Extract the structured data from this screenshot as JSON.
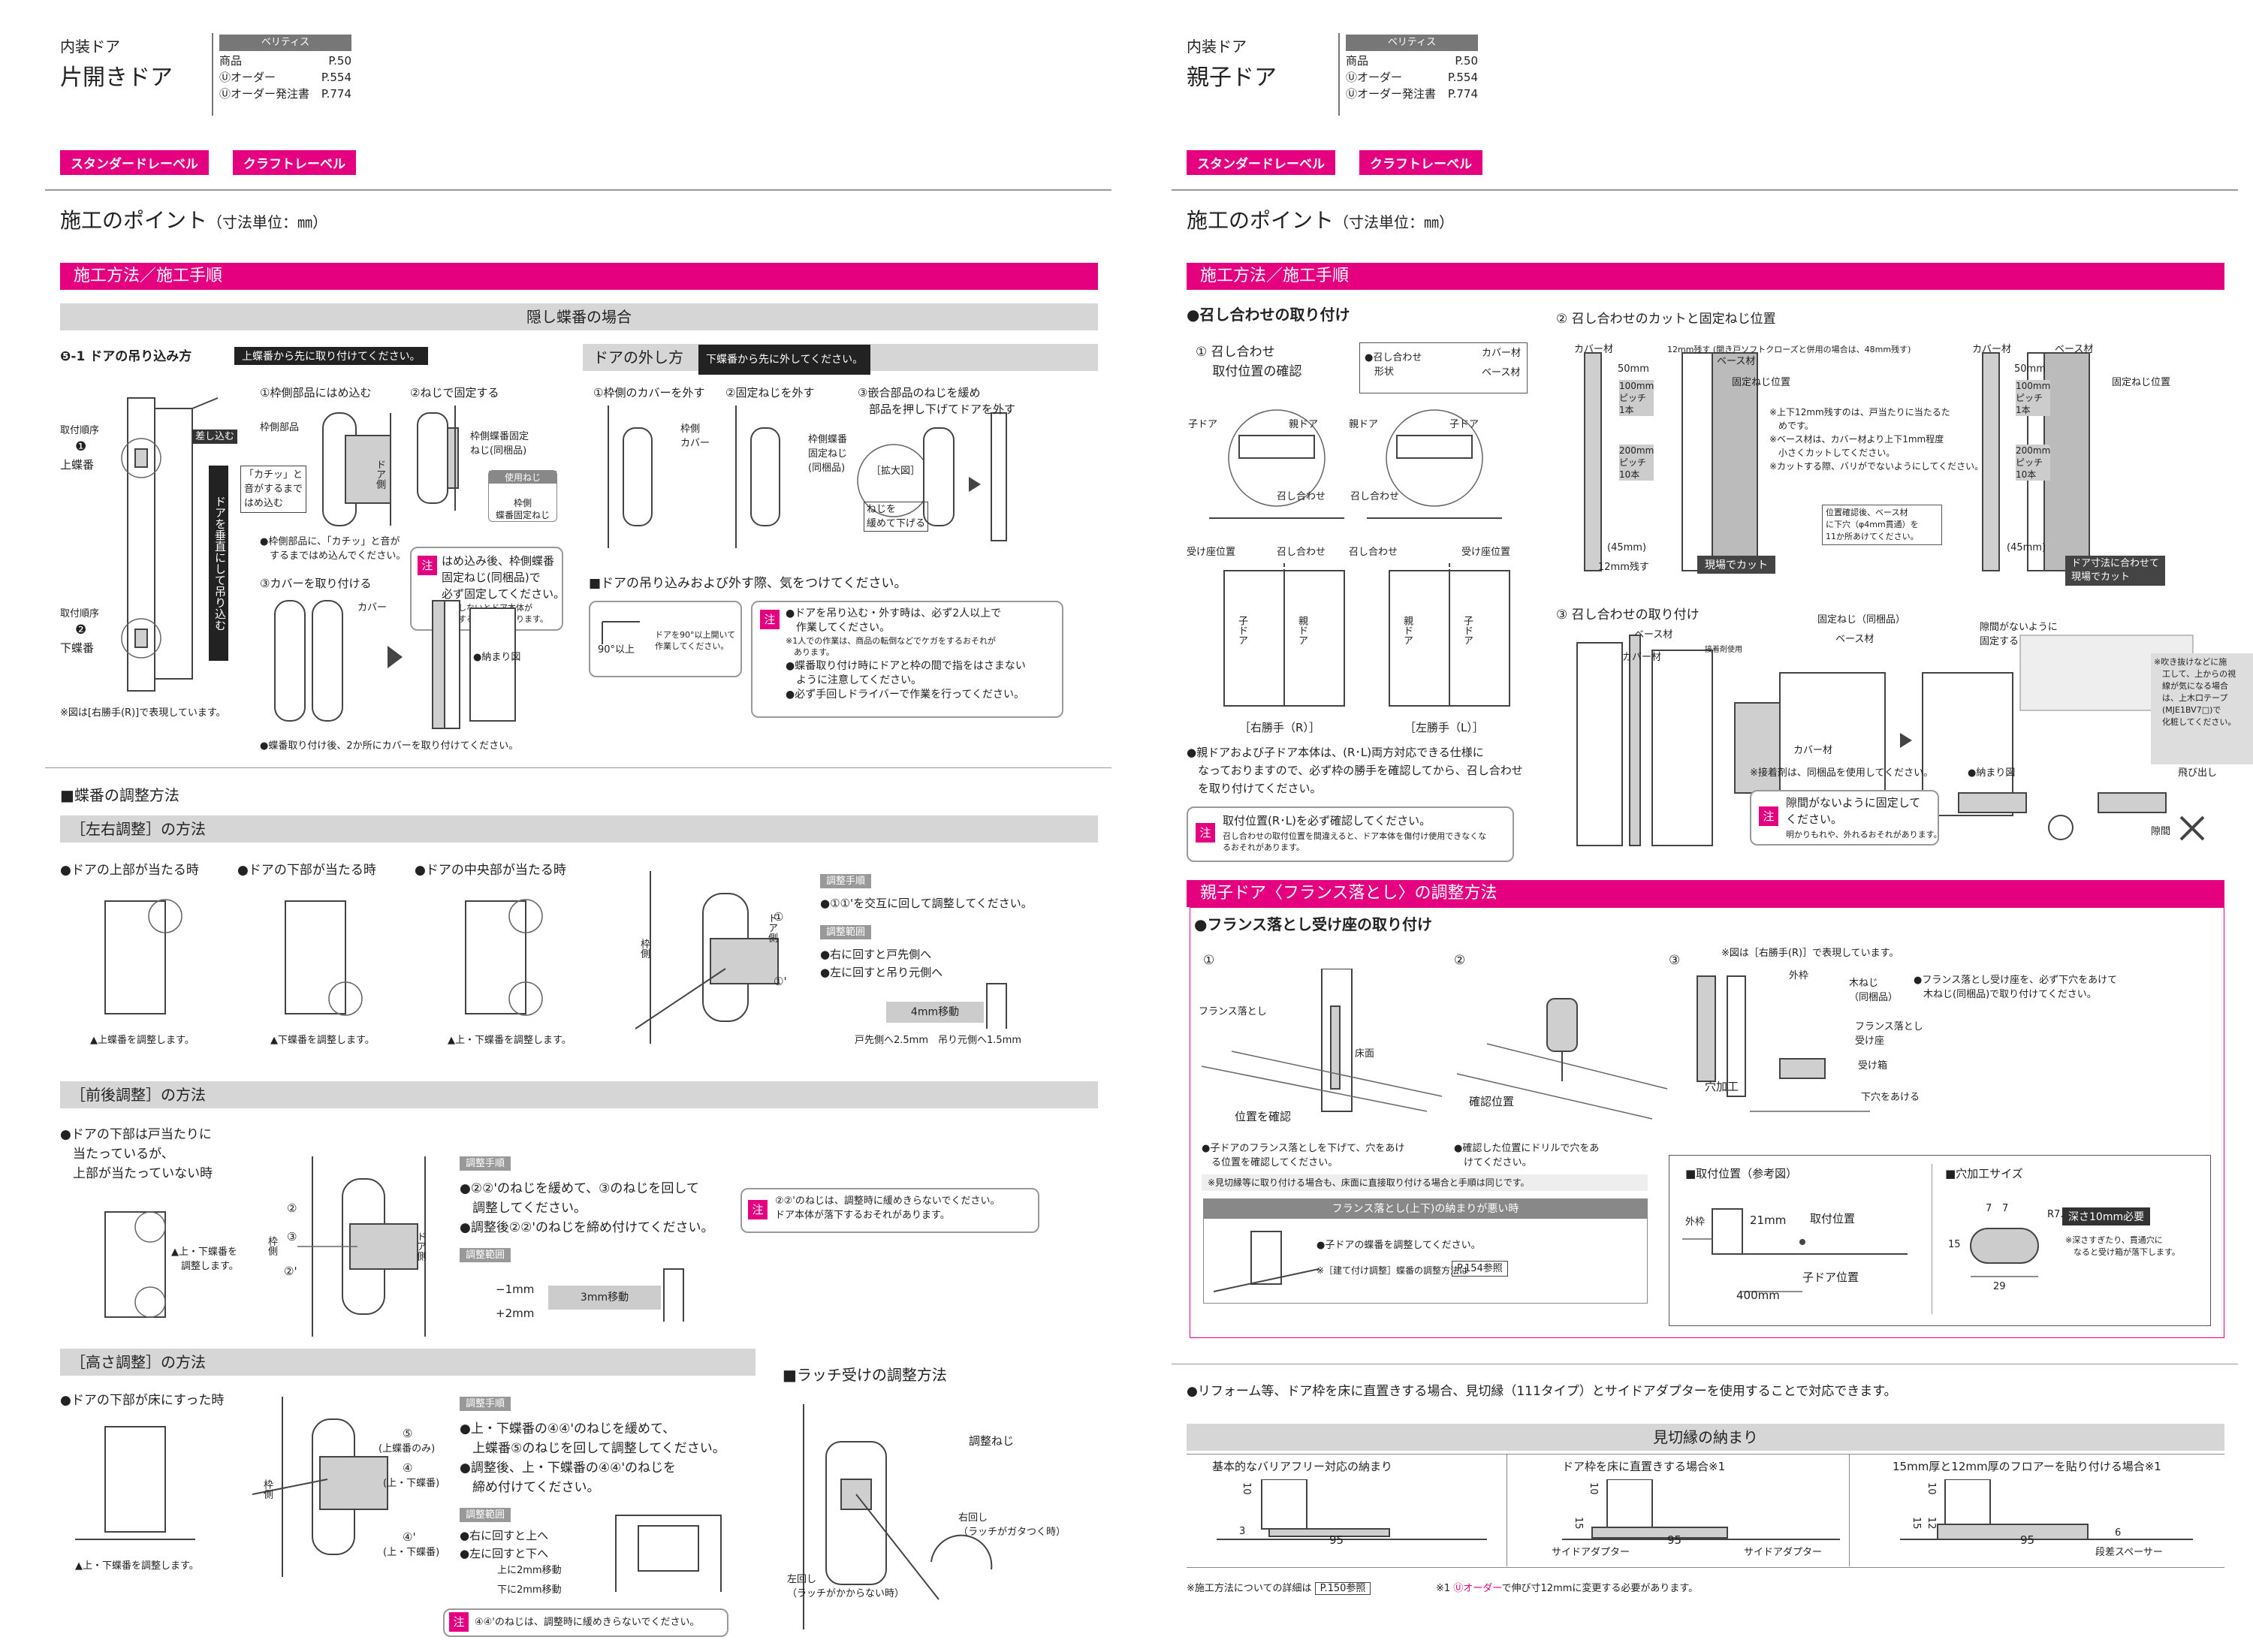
{
  "left": {
    "category": "内装ドア",
    "title": "片開きドア",
    "ref": {
      "tag": "ベリティス",
      "rows": [
        [
          "商品",
          "P.50"
        ],
        [
          "Ⓤオーダー",
          "P.554"
        ],
        [
          "Ⓤオーダー発注書",
          "P.774"
        ]
      ]
    },
    "labels": [
      "スタンダードレーベル",
      "クラフトレーベル"
    ],
    "point_title": "施工のポイント",
    "point_unit": "（寸法単位：㎜）",
    "sec1": "施工方法／施工手順",
    "hidden_hinge": "隠し蝶番の場合",
    "s51_title": "❺-1 ドアの吊り込み方",
    "s51_badge": "上蝶番から先に取り付けてください。",
    "remove_title": "ドアの外し方",
    "remove_badge": "下蝶番から先に外してください。",
    "order1": "取付順序",
    "num1": "❶",
    "upper_hinge": "上蝶番",
    "order2": "取付順序",
    "num2": "❷",
    "lower_hinge": "下蝶番",
    "hang_vertical": "ドアを垂直にして吊り込む",
    "snap": "差し込む",
    "click_box": "「カチッ」と\n音がするまで\nはめ込む",
    "frame_part": "枠側部品",
    "door_side": "ドア側",
    "note_r": "※図は[右勝手(R)]で表現しています。",
    "st1": "①枠側部品にはめ込む",
    "st1_note": "●枠側部品に、「カチッ」と音が\n　するまではめ込んでください。",
    "st2": "②ねじで固定する",
    "fix_screw": "枠側蝶番固定\nねじ(同梱品)",
    "use_screw": "使用ねじ",
    "frame_screw": "枠側\n蝶番固定ねじ",
    "st2_note": "はめ込み後、枠側蝶番\n固定ねじ(同梱品)で\n必ず固定してください。",
    "st2_note_sm": "固定しないとドア本体が\n落下するおそれがあります。",
    "st3": "③カバーを取り付ける",
    "cover": "カバー",
    "fig_done": "●納まり図",
    "st3_note": "●蝶番取り付け後、2か所にカバーを取り付けてください。",
    "rm1": "①枠側のカバーを外す",
    "frame_cover": "枠側\nカバー",
    "rm2": "②固定ねじを外す",
    "fix_screw2": "枠側蝶番\n固定ねじ\n(同梱品)",
    "rm3": "③嵌合部品のねじを緩め\n　部品を押し下げてドアを外す",
    "zoom": "［拡大図］",
    "loosen": "ねじを\n緩めて下げる",
    "care_title": "■ドアの吊り込みおよび外す際、気をつけてください。",
    "deg90": "90°以上",
    "deg90_note": "ドアを90°以上開いて\n作業してください。",
    "care_notes": [
      "●ドアを吊り込む・外す時は、必ず2人以上で\n　作業してください。",
      "※1人での作業は、商品の転倒などでケガをするおそれが\n　あります。",
      "●蝶番取り付け時にドアと枠の間で指をはさまない\n　ように注意してください。",
      "●必ず手回しドライバーで作業を行ってください。"
    ],
    "chu": "注",
    "adj_title": "■蝶番の調整方法",
    "lr_title": "［左右調整］の方法",
    "lr_cases": [
      "●ドアの上部が当たる時",
      "●ドアの下部が当たる時",
      "●ドアの中央部が当たる時"
    ],
    "lr_caps": [
      "▲上蝶番を調整します。",
      "▲下蝶番を調整します。",
      "▲上・下蝶番を調整します。"
    ],
    "frame": "枠側",
    "lr_proc": "調整手順",
    "lr_proc_t": "●①①'を交互に回して調整してください。",
    "lr_range": "調整範囲",
    "lr_range_t": [
      "●右に回すと戸先側へ",
      "●左に回すと吊り元側へ"
    ],
    "move4": "4mm移動",
    "lr_dim": "戸先側へ2.5mm　吊り元側へ1.5mm",
    "c1": "①",
    "c1p": "①'",
    "fb_title": "［前後調整］の方法",
    "fb_case": "●ドアの下部は戸当たりに\n　当たっているが、\n　上部が当たっていない時",
    "fb_cap": "▲上・下蝶番を\n　調整します。",
    "c2": "②",
    "c3": "③",
    "c2p": "②'",
    "fb_proc": "調整手順",
    "fb_proc_t": [
      "●②②'のねじを緩めて、③のねじを回して",
      "　調整してください。",
      "●調整後②②'のねじを締め付けてください。"
    ],
    "fb_range": "調整範囲",
    "fb_m1": "−1mm",
    "fb_p2": "+2mm",
    "move3": "3mm移動",
    "fb_note": "②②'のねじは、調整時に緩めきらないでください。\nドア本体が落下するおそれがあります。",
    "ht_title": "［高さ調整］の方法",
    "ht_case": "●ドアの下部が床にすった時",
    "ht_cap": "▲上・下蝶番を調整します。",
    "c5": "⑤",
    "c5l": "(上蝶番のみ)",
    "c4": "④",
    "c4l": "(上・下蝶番)",
    "c4p": "④'",
    "c4pl": "(上・下蝶番)",
    "ht_proc": "調整手順",
    "ht_proc_t": [
      "●上・下蝶番の④④'のねじを緩めて、",
      "　上蝶番⑤のねじを回して調整してください。",
      "●調整後、上・下蝶番の④④'のねじを",
      "　締め付けてください。"
    ],
    "ht_range": "調整範囲",
    "ht_range_t": [
      "●右に回すと上へ",
      "●左に回すと下へ"
    ],
    "up2": "上に2mm移動",
    "down2": "下に2mm移動",
    "ht_note": "④④'のねじは、調整時に緩めきらないでください。",
    "latch_title": "■ラッチ受けの調整方法",
    "adj_screw": "調整ねじ",
    "right_turn": "右回し\n（ラッチがガタつく時）",
    "left_turn": "左回し\n（ラッチがかからない時）"
  },
  "right": {
    "category": "内装ドア",
    "title": "親子ドア",
    "ref": {
      "tag": "ベリティス",
      "rows": [
        [
          "商品",
          "P.50"
        ],
        [
          "Ⓤオーダー",
          "P.554"
        ],
        [
          "Ⓤオーダー発注書",
          "P.774"
        ]
      ]
    },
    "labels": [
      "スタンダードレーベル",
      "クラフトレーベル"
    ],
    "point_title": "施工のポイント",
    "point_unit": "（寸法単位：㎜）",
    "sec1": "施工方法／施工手順",
    "meet_title": "●召し合わせの取り付け",
    "m1": "① 召し合わせ\n　 取付位置の確認",
    "meet_shape": "●召し合わせ\n　形状",
    "cover_mat": "カバー材",
    "base_mat": "ベース材",
    "child_door": "子ドア",
    "parent_door": "親ドア",
    "meeting": "召し合わせ",
    "seat_pos": "受け座位置",
    "right_hand": "［右勝手（R）］",
    "left_hand": "［左勝手（L）］",
    "m1_note": "●親ドアおよび子ドア本体は、(R･L)両方対応できる仕様に\n　なっておりますので、必ず枠の勝手を確認してから、召し合わせ\n　を取り付けてください。",
    "m1_chu_t": "取付位置(R･L)を必ず確認してください。",
    "m1_chu_s": "召し合わせの取付位置を間違えると、ドア本体を傷付け使用できなくな\nるおそれがあります。",
    "chu": "注",
    "m2": "② 召し合わせのカットと固定ねじ位置",
    "m2_top": "12mm残す (開き戸ソフトクローズと併用の場合は、48mm残す)",
    "m2_fixpos": "固定ねじ位置",
    "d50": "50mm",
    "pitch100": "100mm\nピッチ\n1本",
    "pitch200": "200mm\nピッチ\n10本",
    "d45": "(45mm)",
    "d12": "12mm残す",
    "site_cut": "現場でカット",
    "m2_notes": "※上下12mm残すのは、戸当たりに当たるた\n　めです。\n※ベース材は、カバー材より上下1mm程度\n　小さくカットしてください。\n※カットする際、バリがでないようにしてください。",
    "m2_box": "位置確認後、ベース材\nに下穴（φ4mm貫通）を\n11か所あけてください。",
    "door_cut": "ドア寸法に合わせて\n現場でカット",
    "m3": "③ 召し合わせの取り付け",
    "adhesive": "接着剤使用",
    "fix_screw": "固定ねじ（同梱品）",
    "no_gap": "隙間がないように\n固定する",
    "m3_side": "※吹き抜けなどに施\n　工して、上からの視\n　線が気になる場合\n　は、上木口テープ\n　(MJE1BV7□)で\n　化粧してください。",
    "m3_note": "※接着剤は、同梱品を使用してください。",
    "fig_done": "●納まり図",
    "protrude": "飛び出し",
    "gap": "隙間",
    "m3_chu_t": "隙間がないように固定して\nください。",
    "m3_chu_s": "明かりもれや、外れるおそれがあります。",
    "sec2": "親子ドア〈フランス落とし〉の調整方法",
    "fr_title": "●フランス落とし受け座の取り付け",
    "f1": "①",
    "f2": "②",
    "f3": "③",
    "fr_bolt": "フランス落とし",
    "floor": "床面",
    "pos_check": "位置を確認",
    "drill_check": "確認位置",
    "f1_note": "●子ドアのフランス落としを下げて、穴をあけ\n　る位置を確認してください。",
    "f2_note": "●確認した位置にドリルで穴をあ\n　けてください。",
    "fr_note_r": "※図は［右勝手(R)］で表現しています。",
    "outer_frame": "外枠",
    "wood_screw": "木ねじ\n（同梱品）",
    "fr_seat": "フランス落とし\n受け座",
    "receive_box": "受け箱",
    "hole_work": "穴加工",
    "bottom_hole": "下穴をあける",
    "f3_note": "●フランス落とし受け座を、必ず下穴をあけて\n　木ねじ(同梱品)で取り付けてください。",
    "fr_warn": "※見切縁等に取り付ける場合も、床面に直接取り付ける場合と手順は同じです。",
    "fr_bad": "フランス落とし(上下)の納まりが悪い時",
    "fr_bad1": "●子ドアの蝶番を調整してください。",
    "fr_bad2": "※［建て付け調整］蝶番の調整方法は",
    "p154": "P.154参照",
    "pos_ref": "■取付位置（参考図）",
    "d21": "21mm",
    "mount_pos": "取付位置",
    "d400": "400mm",
    "child_pos": "子ドア位置",
    "hole_size": "■穴加工サイズ",
    "d7a": "7",
    "d7b": "7",
    "r75": "R7.5",
    "d15": "15",
    "d29": "29",
    "depth": "深さ10mm必要",
    "depth_note": "※深さすぎたり、貫通穴に\n　なると受け箱が落下します。",
    "reform": "●リフォーム等、ドア枠を床に直置きする場合、見切縁（111タイプ）とサイドアダプターを使用することで対応できます。",
    "trim_title": "見切縁の納まり",
    "trim_cols": [
      "基本的なバリアフリー対応の納まり",
      "ドア枠を床に直置きする場合※1",
      "15mm厚と12mm厚のフロアーを貼り付ける場合※1"
    ],
    "dim10": "10",
    "dim3": "3",
    "dim95": "95",
    "dim15": "15",
    "dim12": "12",
    "dim6": "6",
    "side_adapter": "サイドアダプター",
    "step_spacer": "段差スペーサー",
    "foot1": "※施工方法についての詳細は",
    "p150": "P.150参照",
    "foot2": "※1 ",
    "foot2_u": "Ⓤオーダー",
    "foot2_t": "で伸び寸12mmに変更する必要があります。"
  }
}
